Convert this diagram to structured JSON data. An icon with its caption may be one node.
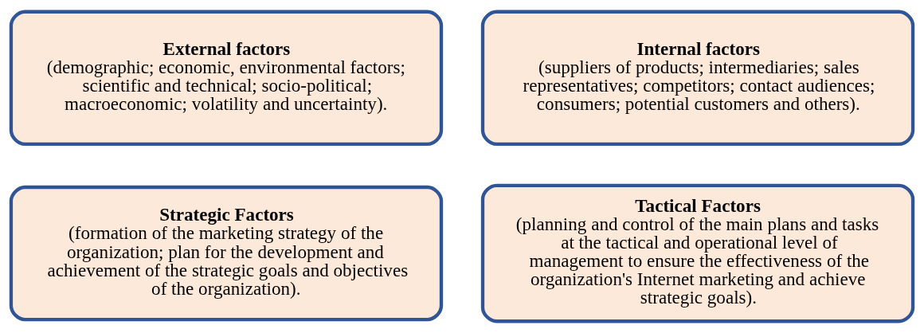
{
  "diagram": {
    "nodes": [
      {
        "text": [
          "External factors",
          "(demographic; economic, environmental factors; scientific and technical; socio-political; macroeconomic; volatility and uncertainty)."
        ]
      },
      {
        "text": [
          "Internal factors",
          "(suppliers of products; intermediaries; sales representatives; competitors; contact audiences; consumers; potential customers and others)."
        ]
      },
      {
        "text": [
          "Strategic Factors",
          "(formation of the marketing strategy of the organization; plan for the development and achievement of the strategic goals and objectives of the organization)."
        ]
      },
      {
        "text": [
          "Tactical Factors",
          "(planning and control of the main plans and tasks at the tactical and operational level of management to ensure the effectiveness of the organization's Internet marketing and achieve strategic goals)."
        ]
      }
    ]
  }
}
